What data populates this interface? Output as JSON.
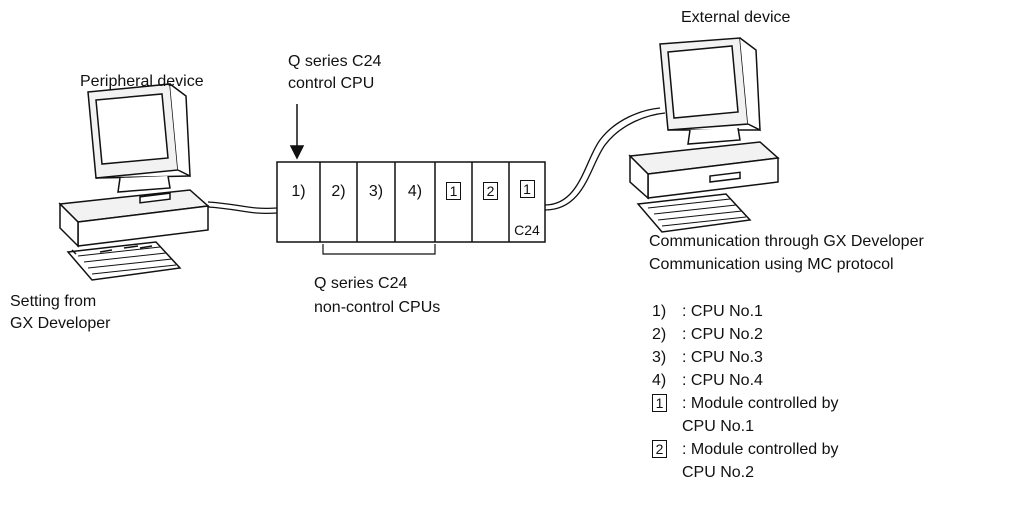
{
  "labels": {
    "external_device": "External device",
    "peripheral_device": "Peripheral device",
    "control_cpu_line1": "Q series C24",
    "control_cpu_line2": "control CPU",
    "noncontrol_line1": "Q series C24",
    "noncontrol_line2": "non-control CPUs",
    "setting_line1": "Setting from",
    "setting_line2": "GX Developer",
    "comm_line1": "Communication through GX Developer",
    "comm_line2": "Communication using MC protocol"
  },
  "rack_slots": [
    "1)",
    "2)",
    "3)",
    "4)",
    "1",
    "2",
    "1"
  ],
  "c24_label": "C24",
  "legend": [
    {
      "symbol": "1)",
      "text": ": CPU No.1"
    },
    {
      "symbol": "2)",
      "text": ": CPU No.2"
    },
    {
      "symbol": "3)",
      "text": ": CPU No.3"
    },
    {
      "symbol": "4)",
      "text": ": CPU No.4"
    },
    {
      "symbol": "1",
      "text": ": Module controlled by",
      "text2": "CPU No.1"
    },
    {
      "symbol": "2",
      "text": ": Module controlled by",
      "text2": "CPU No.2"
    }
  ]
}
